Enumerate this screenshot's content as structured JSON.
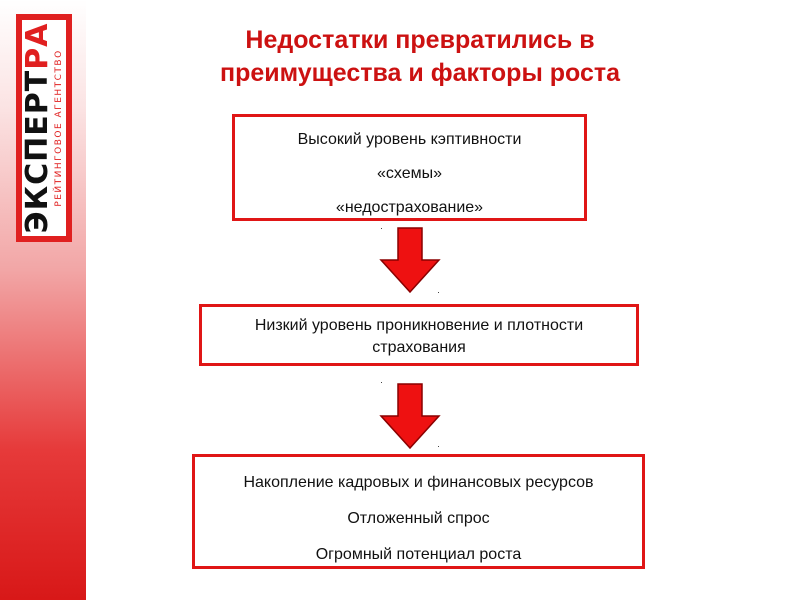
{
  "logo": {
    "brand_a": "ЭКСПЕРТ",
    "brand_b": "РА",
    "subtitle": "РЕЙТИНГОВОЕ АГЕНТСТВО"
  },
  "title": {
    "line1": "Недостатки превратились в",
    "line2": "преимущества и факторы роста"
  },
  "boxes": [
    {
      "lines": [
        "Высокий уровень кэптивности",
        "«схемы»",
        "«недострахование»"
      ]
    },
    {
      "lines": [
        "Низкий уровень проникновение и плотности",
        "страхования"
      ]
    },
    {
      "lines": [
        "Накопление кадровых и финансовых ресурсов",
        "Отложенный спрос",
        "Огромный потенциал роста"
      ]
    }
  ],
  "colors": {
    "accent": "#e01616",
    "title": "#cc1111",
    "arrow_fill": "#ee1111"
  }
}
